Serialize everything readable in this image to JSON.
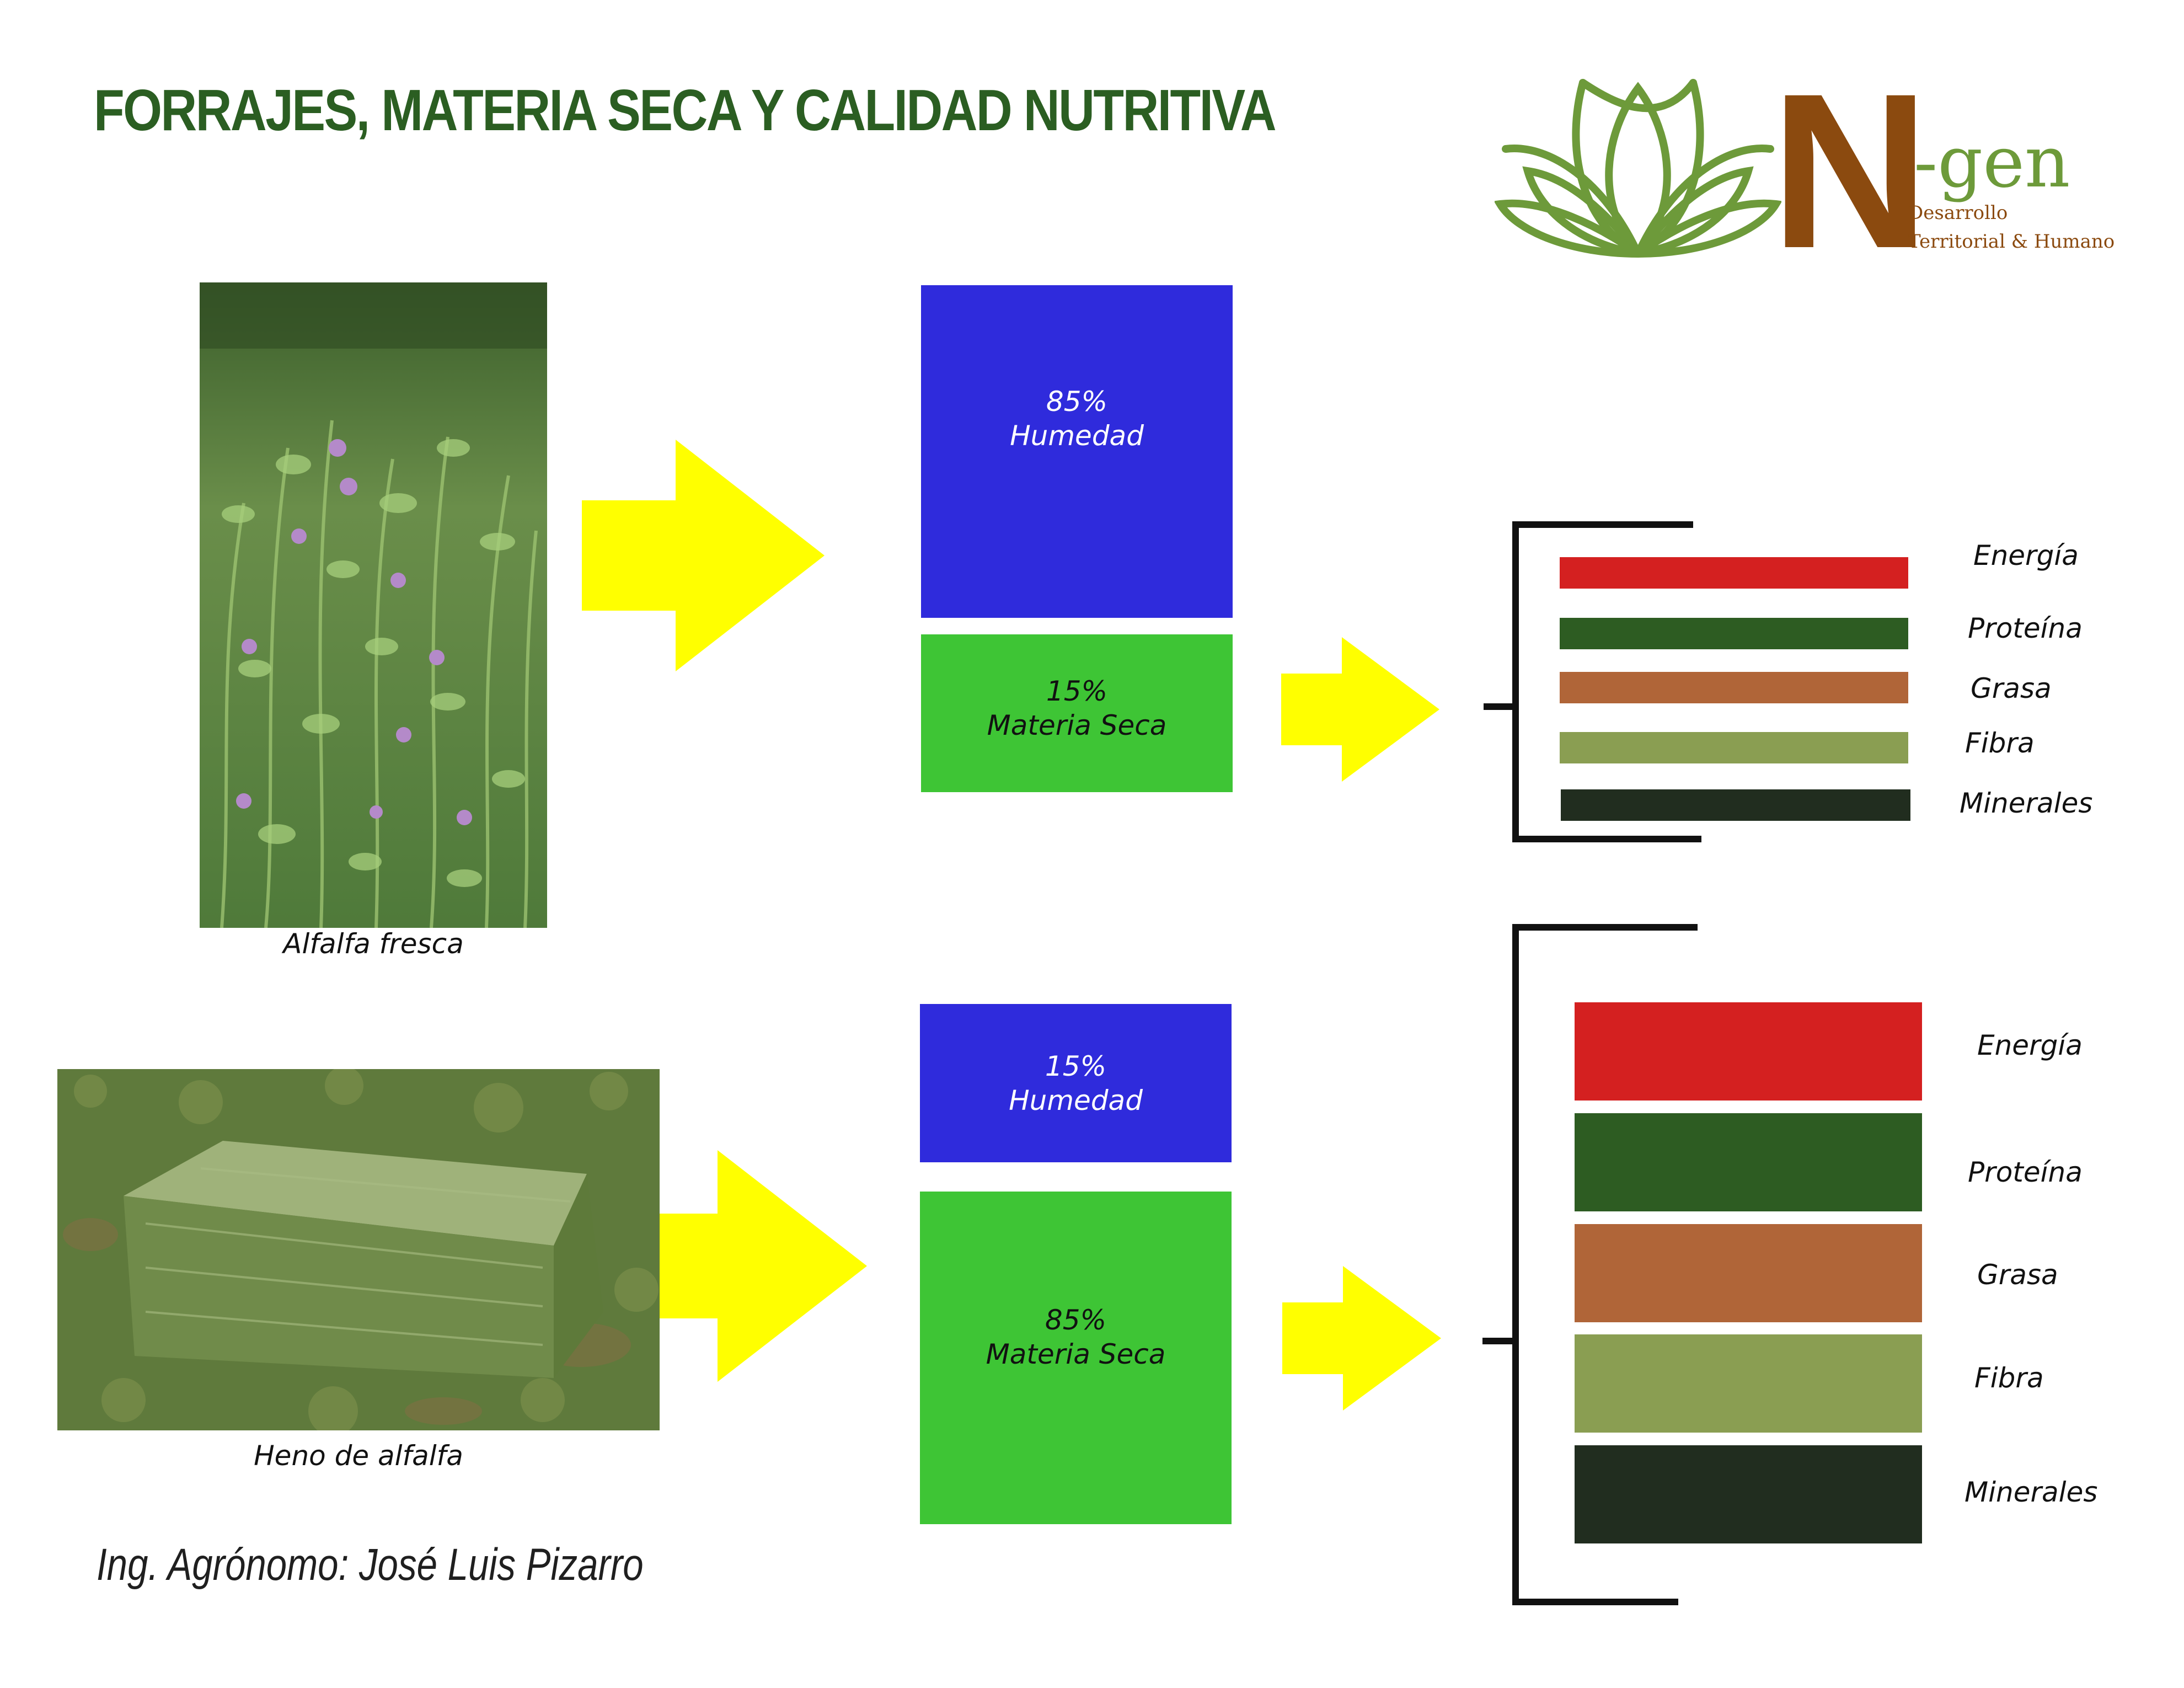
{
  "title": "FORRAJES, MATERIA SECA Y CALIDAD NUTRITIVA",
  "logo": {
    "letter": "N",
    "suffix": "-gen",
    "line1": "Desarrollo",
    "line2": "Territorial & Humano"
  },
  "fresh": {
    "caption": "Alfalfa fresca",
    "moisture_pct": "85%",
    "moisture_label": "Humedad",
    "dry_pct": "15%",
    "dry_label": "Materia Seca",
    "nutrients": [
      "Energía",
      "Proteína",
      "Grasa",
      "Fibra",
      "Minerales"
    ]
  },
  "hay": {
    "caption": "Heno de alfalfa",
    "moisture_pct": "15%",
    "moisture_label": "Humedad",
    "dry_pct": "85%",
    "dry_label": "Materia Seca",
    "nutrients": [
      "Energía",
      "Proteína",
      "Grasa",
      "Fibra",
      "Minerales"
    ]
  },
  "colors": {
    "moisture": "#2f2bdc",
    "dry_matter": "#3ec535",
    "arrow": "#ffff00",
    "energia": "#d42020",
    "proteina": "#2d5c22",
    "grasa": "#b06538",
    "fibra": "#8a9e52",
    "minerales": "#212d1f"
  },
  "author": "Ing. Agrónomo: José Luis Pizarro"
}
